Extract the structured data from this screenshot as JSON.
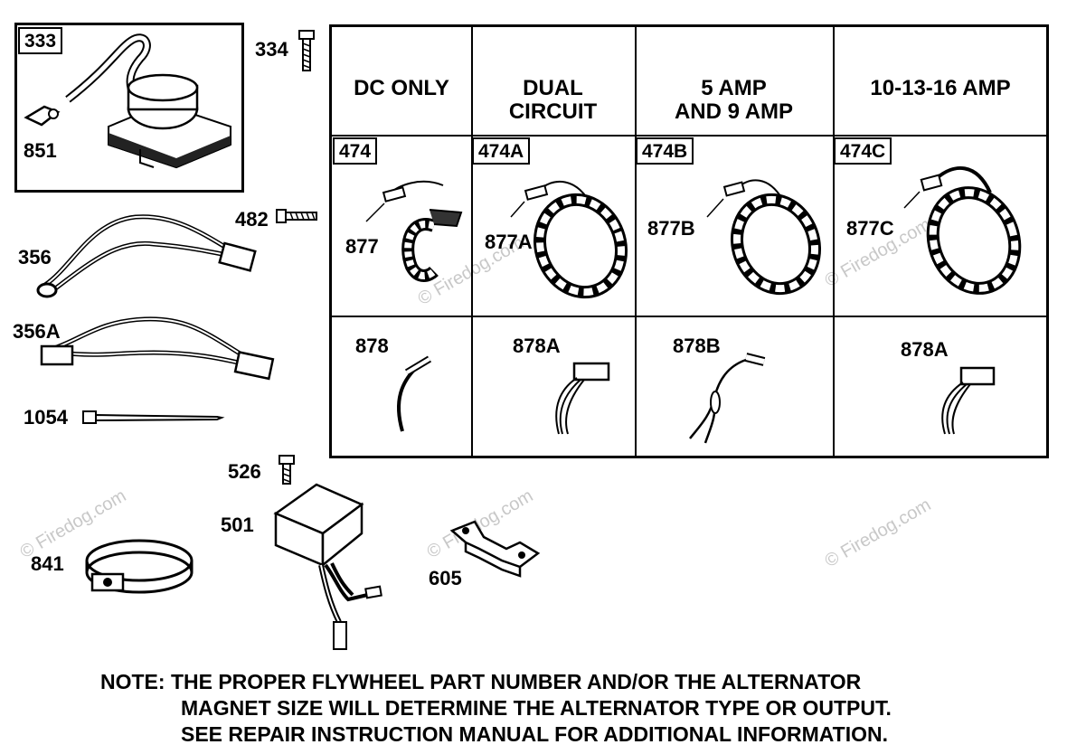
{
  "watermark": "© Firedog.com",
  "parts": {
    "p333": "333",
    "p851": "851",
    "p334": "334",
    "p482": "482",
    "p356": "356",
    "p356a": "356A",
    "p1054": "1054",
    "p526": "526",
    "p501": "501",
    "p841": "841",
    "p605": "605"
  },
  "table": {
    "headers": [
      {
        "line1": "",
        "line2": "DC ONLY"
      },
      {
        "line1": "DUAL",
        "line2": "CIRCUIT"
      },
      {
        "line1": "5 AMP",
        "line2": "AND 9 AMP"
      },
      {
        "line1": "",
        "line2": "10-13-16 AMP"
      }
    ],
    "alternators": [
      "474",
      "474A",
      "474B",
      "474C"
    ],
    "leads": [
      "877",
      "877A",
      "877B",
      "877C"
    ],
    "harness": [
      "878",
      "878A",
      "878B",
      "878A"
    ]
  },
  "note": {
    "line1": "NOTE: THE PROPER FLYWHEEL PART NUMBER AND/OR THE ALTERNATOR",
    "line2": "MAGNET SIZE WILL DETERMINE THE ALTERNATOR TYPE OR OUTPUT.",
    "line3": "SEE REPAIR INSTRUCTION MANUAL FOR ADDITIONAL INFORMATION."
  }
}
